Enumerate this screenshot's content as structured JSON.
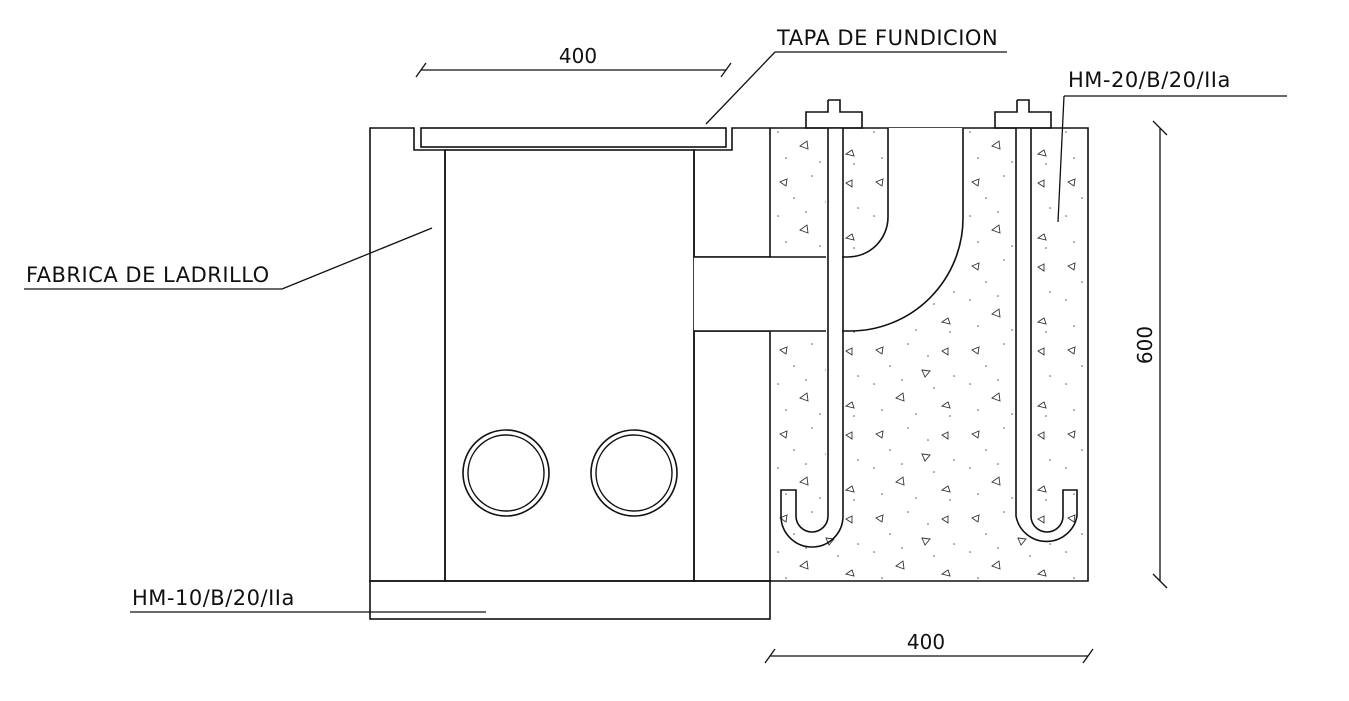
{
  "diagram": {
    "labels": {
      "cover": "TAPA DE FUNDICION",
      "concrete_block": "HM-20/B/20/IIa",
      "brick": "FABRICA DE LADRILLO",
      "base_concrete": "HM-10/B/20/IIa"
    },
    "dimensions": {
      "cover_width": "400",
      "block_width": "400",
      "block_height": "600"
    }
  }
}
